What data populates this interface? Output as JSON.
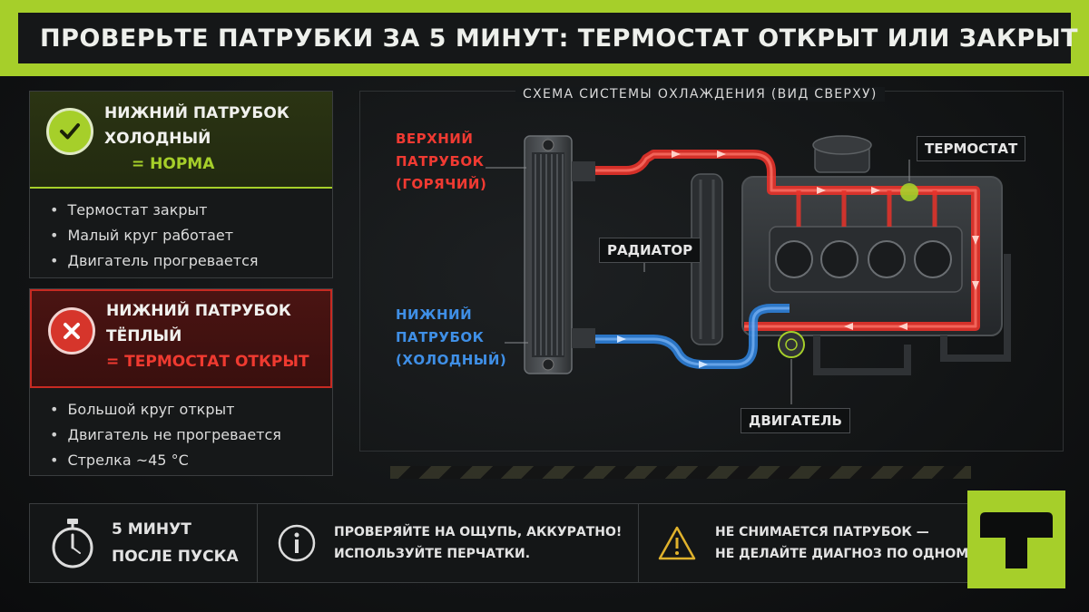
{
  "title": "ПРОВЕРЬТЕ ПАТРУБКИ ЗА 5 МИНУТ: ТЕРМОСТАТ ОТКРЫТ ИЛИ ЗАКРЫТ",
  "card_normal": {
    "line1": "НИЖНИЙ ПАТРУБОК",
    "line2": "ХОЛОДНЫЙ",
    "verdict": "= НОРМА",
    "items": [
      "Термостат закрыт",
      "Малый круг работает",
      "Двигатель прогревается"
    ],
    "icon": "check-icon"
  },
  "card_open": {
    "line1": "НИЖНИЙ ПАТРУБОК",
    "line2": "ТЁПЛЫЙ",
    "verdict": "= ТЕРМОСТАТ ОТКРЫТ",
    "items": [
      "Большой круг открыт",
      "Двигатель не прогревается",
      "Стрелка ~45 °C"
    ],
    "icon": "cross-icon"
  },
  "diagram": {
    "caption": "СХЕМА СИСТЕМЫ ОХЛАЖДЕНИЯ (ВИД СВЕРХУ)",
    "upper_hose": [
      "ВЕРХНИЙ",
      "ПАТРУБОК",
      "(ГОРЯЧИЙ)"
    ],
    "lower_hose": [
      "НИЖНИЙ",
      "ПАТРУБОК",
      "(ХОЛОДНЫЙ)"
    ],
    "radiator": "РАДИАТОР",
    "thermostat": "ТЕРМОСТАТ",
    "engine": "ДВИГАТЕЛЬ"
  },
  "bottom": {
    "timer": [
      "5 МИНУТ",
      "ПОСЛЕ ПУСКА"
    ],
    "info": [
      "ПРОВЕРЯЙТЕ НА ОЩУПЬ, АККУРАТНО!",
      "ИСПОЛЬЗУЙТЕ ПЕРЧАТКИ."
    ],
    "warning": [
      "НЕ СНИМАЕТСЯ ПАТРУБОК —",
      "НЕ ДЕЛАЙТЕ ДИАГНОЗ ПО ОДНОМУ"
    ]
  },
  "colors": {
    "accent": "#a6cf2a",
    "hot": "#e8322a",
    "cold": "#3f8fe6"
  }
}
